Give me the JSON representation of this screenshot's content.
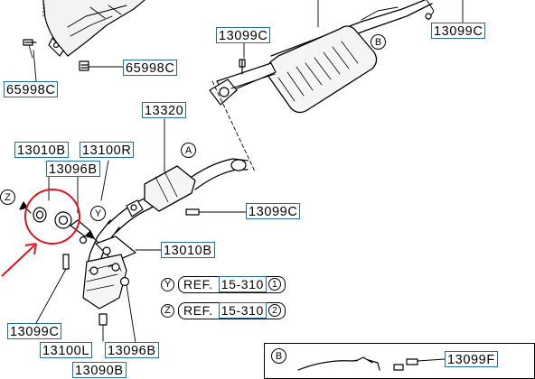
{
  "part_labels": [
    "13099C",
    "13099C",
    "65998C",
    "65998C",
    "13320",
    "13010B",
    "13100R",
    "13096B",
    "13099C",
    "13010B",
    "13099C",
    "13100L",
    "13096B",
    "13099F",
    "13090B"
  ],
  "view_marks": {
    "b_upper": "B",
    "a_mark": "A",
    "z_left": "Z",
    "y_mark": "Y",
    "b_inset": "B"
  },
  "references": [
    {
      "letter": "Y",
      "word": "REF.",
      "number": "15-310",
      "sub": "1"
    },
    {
      "letter": "Z",
      "word": "REF.",
      "number": "15-310",
      "sub": "2"
    }
  ],
  "colors": {
    "label_border": "#1f6f98",
    "highlight": "#e0141b",
    "line": "#000000"
  },
  "icons": [
    "highlight-circle",
    "pointer-arrow",
    "bolt",
    "muffler",
    "heat-shield",
    "gasket",
    "catalytic-converter"
  ]
}
